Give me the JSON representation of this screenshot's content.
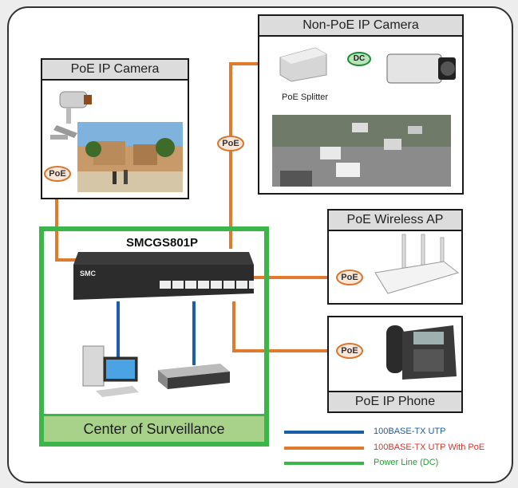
{
  "panels": {
    "poe_camera": {
      "title": "PoE IP Camera"
    },
    "nonpoe_camera": {
      "title": "Non-PoE IP Camera",
      "splitter_label": "PoE Splitter",
      "dc_label": "DC"
    },
    "wireless_ap": {
      "title": "PoE Wireless AP"
    },
    "ip_phone": {
      "title": "PoE IP Phone"
    }
  },
  "switch": {
    "name": "SMCGS801P",
    "brand": "SMC"
  },
  "center": {
    "label": "Center of Surveillance"
  },
  "badges": {
    "poe": "PoE"
  },
  "legend": [
    {
      "label": "100BASE-TX UTP",
      "color": "#1a5fa8"
    },
    {
      "label": "100BASE-TX UTP With PoE",
      "color": "#e07a2e"
    },
    {
      "label": "Power Line (DC)",
      "color": "#3cb54a"
    }
  ],
  "colors": {
    "utp": "#1a5fa8",
    "poe": "#e07a2e",
    "dc": "#3cb54a"
  }
}
